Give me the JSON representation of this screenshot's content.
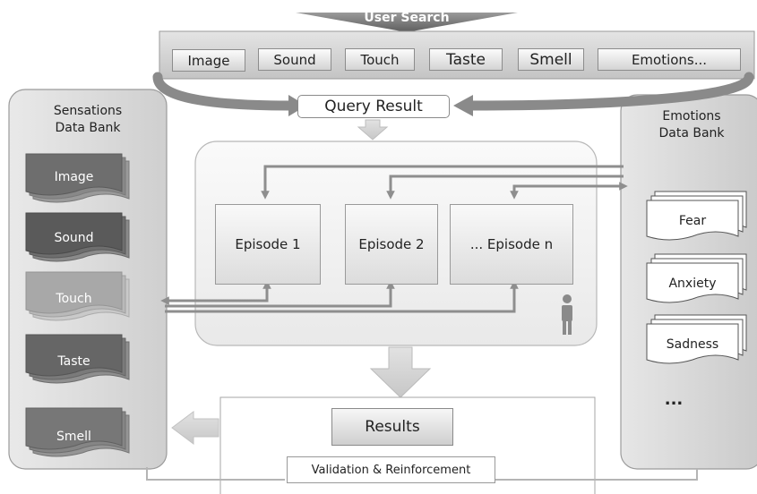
{
  "user_search": {
    "label": "User Search"
  },
  "modalities": [
    {
      "label": "Image"
    },
    {
      "label": "Sound"
    },
    {
      "label": "Touch"
    },
    {
      "label": "Taste"
    },
    {
      "label": "Smell"
    },
    {
      "label": "Emotions..."
    }
  ],
  "query_result": {
    "label": "Query Result"
  },
  "sensations_bank": {
    "title": "Sensations\nData Bank",
    "items": [
      {
        "label": "Image",
        "color": "#6e6e6e"
      },
      {
        "label": "Sound",
        "color": "#5a5a5a"
      },
      {
        "label": "Touch",
        "color": "#a8a8a8"
      },
      {
        "label": "Taste",
        "color": "#666666"
      },
      {
        "label": "Smell",
        "color": "#777777"
      }
    ]
  },
  "emotions_bank": {
    "title": "Emotions\nData Bank",
    "items": [
      {
        "label": "Fear"
      },
      {
        "label": "Anxiety"
      },
      {
        "label": "Sadness"
      }
    ],
    "more": "..."
  },
  "episodes": [
    {
      "label": "Episode 1"
    },
    {
      "label": "Episode 2"
    },
    {
      "label": "... Episode n"
    }
  ],
  "results": {
    "label": "Results"
  },
  "validation": {
    "label": "Validation & Reinforcement"
  },
  "person_icon": "person-icon"
}
